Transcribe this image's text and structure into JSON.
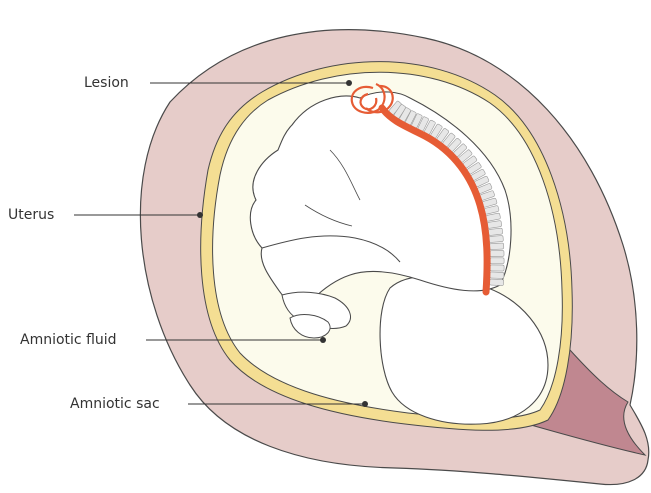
{
  "colors": {
    "uterus_wall": "#E6CCC9",
    "uterus_stroke": "#4A4A4A",
    "cervix": "#C08790",
    "amniotic_sac": "#F4DE93",
    "amniotic_fluid": "#FCFBEC",
    "fetus": "#FFFFFF",
    "spine": "#E7E7E7",
    "spinal_cord": "#E65C35",
    "leader_line": "#333333",
    "label_text": "#333333"
  },
  "labels": {
    "lesion": "Lesion",
    "uterus": "Uterus",
    "amniotic_fluid": "Amniotic fluid",
    "amniotic_sac": "Amniotic sac"
  }
}
